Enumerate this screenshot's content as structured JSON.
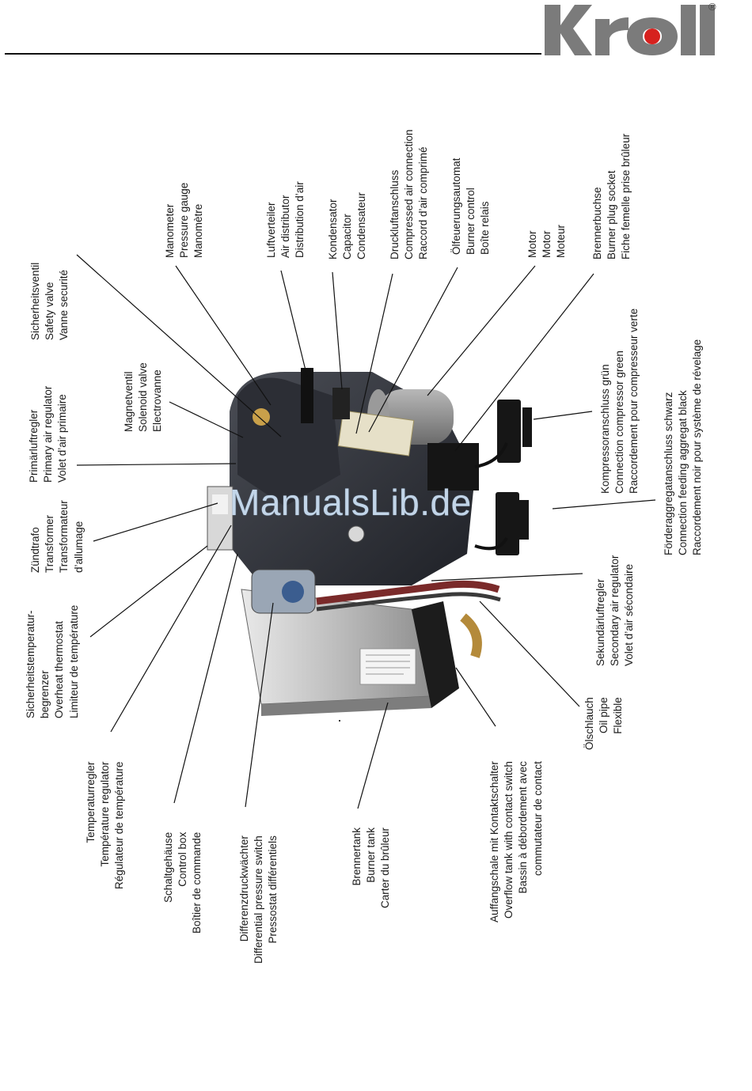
{
  "brand": {
    "name": "Kroll",
    "registered": "®",
    "color": "#7b7b7b"
  },
  "watermark": "ManualsLib.de",
  "labels": {
    "sicherheitsventil": [
      "Sicherheitsventil",
      "Safety valve",
      "Vanne securité"
    ],
    "manometer": [
      "Manometer",
      "Pressure gauge",
      "Manomètre"
    ],
    "luftverteiler": [
      "Luftverteiler",
      "Air distributor",
      "Distribution d’air"
    ],
    "kondensator": [
      "Kondensator",
      "Capacitor",
      "Condensateur"
    ],
    "druckluftanschluss": [
      "Druckluftanschluss",
      "Compressed air connection",
      "Raccord d’air comprimé"
    ],
    "oelfeuerungsautomat": [
      "Ölfeuerungsautomat",
      "Burner control",
      "Boîte relais"
    ],
    "motor": [
      "Motor",
      "Motor",
      "Moteur"
    ],
    "brennerbuchse": [
      "Brennerbuchse",
      "Burner plug socket",
      "Fiche femelle prise brûleur"
    ],
    "magnetventil": [
      "Magnetventil",
      "Solenoid valve",
      "Electrovanne"
    ],
    "primaerluftregler": [
      "Primärluftregler",
      "Primary air regulator",
      "Volet d’air primaire"
    ],
    "kompressoranschluss": [
      "Kompressoranschluss grün",
      "Connection compressor green",
      "Raccordement pour compresseur verte"
    ],
    "foerderaggregat": [
      "Förderaggregatanschluss schwarz",
      "Connection feeding aggregat black",
      "Raccordement noir pour système de révelage"
    ],
    "zuendtrafo": [
      "Zündtrafo",
      "Transformer",
      "Transformateur",
      "d’allumage"
    ],
    "sekundaerluftregler": [
      "Sekundärluftregler",
      "Secondary air regulator",
      "Volet d’air sécondaire"
    ],
    "sicherheitstemperaturbegrenzer": [
      "Sicherheitstemperatur-",
      "begrenzer",
      "Overheat thermostat",
      "Limiteur de température"
    ],
    "oelschlauch": [
      "Ölschlauch",
      "Oil pipe",
      "Flexible"
    ],
    "temperaturregler": [
      "Temperaturregler",
      "Température regulator",
      "Régulateur de température"
    ],
    "schaltgehaeuse": [
      "Schaltgehäuse",
      "Control box",
      "Boîtier de commande"
    ],
    "differenzdruckwaechter": [
      "Differenzdruckwächter",
      "Differential pressure switch",
      "Pressostat différentiels"
    ],
    "brennertank": [
      "Brennertank",
      "Burner tank",
      "Carter du brûleur"
    ],
    "auffangschale": [
      "Auffangschale mit Kontaktschalter",
      "Overflow tank  with contact switch",
      "Bassin à débordement avec",
      "commutateur de contact"
    ]
  }
}
